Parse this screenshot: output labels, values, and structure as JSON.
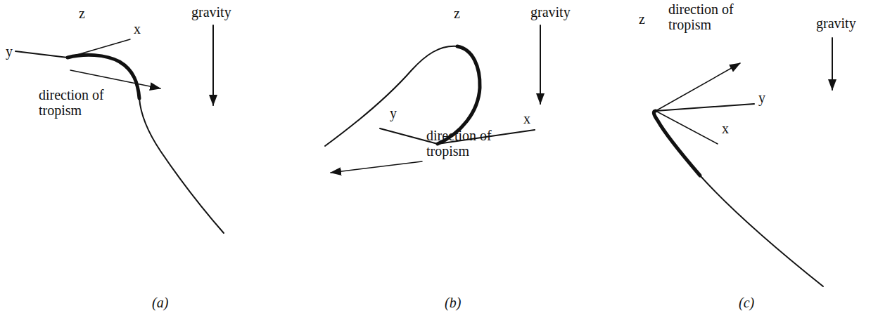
{
  "diagram": {
    "labels": [
      "z",
      "x",
      "y",
      "direction of tropism",
      "gravity",
      "(a)",
      "z",
      "gravity",
      "y",
      "x",
      "direction of tropism",
      "(b)",
      "direction of tropism",
      "z",
      "gravity",
      "y",
      "x",
      "(c)"
    ]
  }
}
